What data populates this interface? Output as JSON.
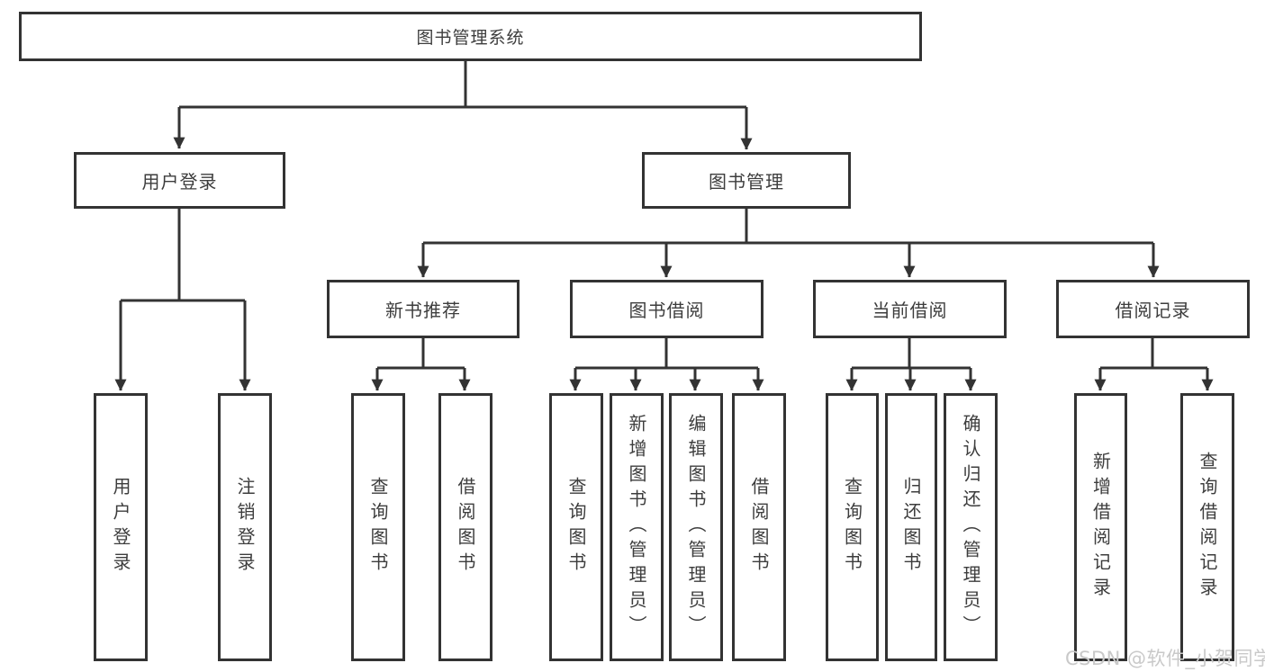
{
  "diagram": {
    "root": {
      "label": "图书管理系统"
    },
    "level2": [
      {
        "label": "用户登录"
      },
      {
        "label": "图书管理"
      }
    ],
    "level3": [
      {
        "label": "新书推荐"
      },
      {
        "label": "图书借阅"
      },
      {
        "label": "当前借阅"
      },
      {
        "label": "借阅记录"
      }
    ],
    "leaves": [
      {
        "label": "用户登录"
      },
      {
        "label": "注销登录"
      },
      {
        "label": "查询图书"
      },
      {
        "label": "借阅图书"
      },
      {
        "label": "查询图书"
      },
      {
        "label": "新增图书（管理员）"
      },
      {
        "label": "编辑图书（管理员）"
      },
      {
        "label": "借阅图书"
      },
      {
        "label": "查询图书"
      },
      {
        "label": "归还图书"
      },
      {
        "label": "确认归还（管理员）"
      },
      {
        "label": "新增借阅记录"
      },
      {
        "label": "查询借阅记录"
      }
    ],
    "watermark": {
      "text": "CSDN @软件_小贺同学"
    },
    "colors": {
      "line": "#333333",
      "text": "#3d3d3d",
      "background": "#ffffff",
      "watermark": "#c9c9c9"
    }
  }
}
